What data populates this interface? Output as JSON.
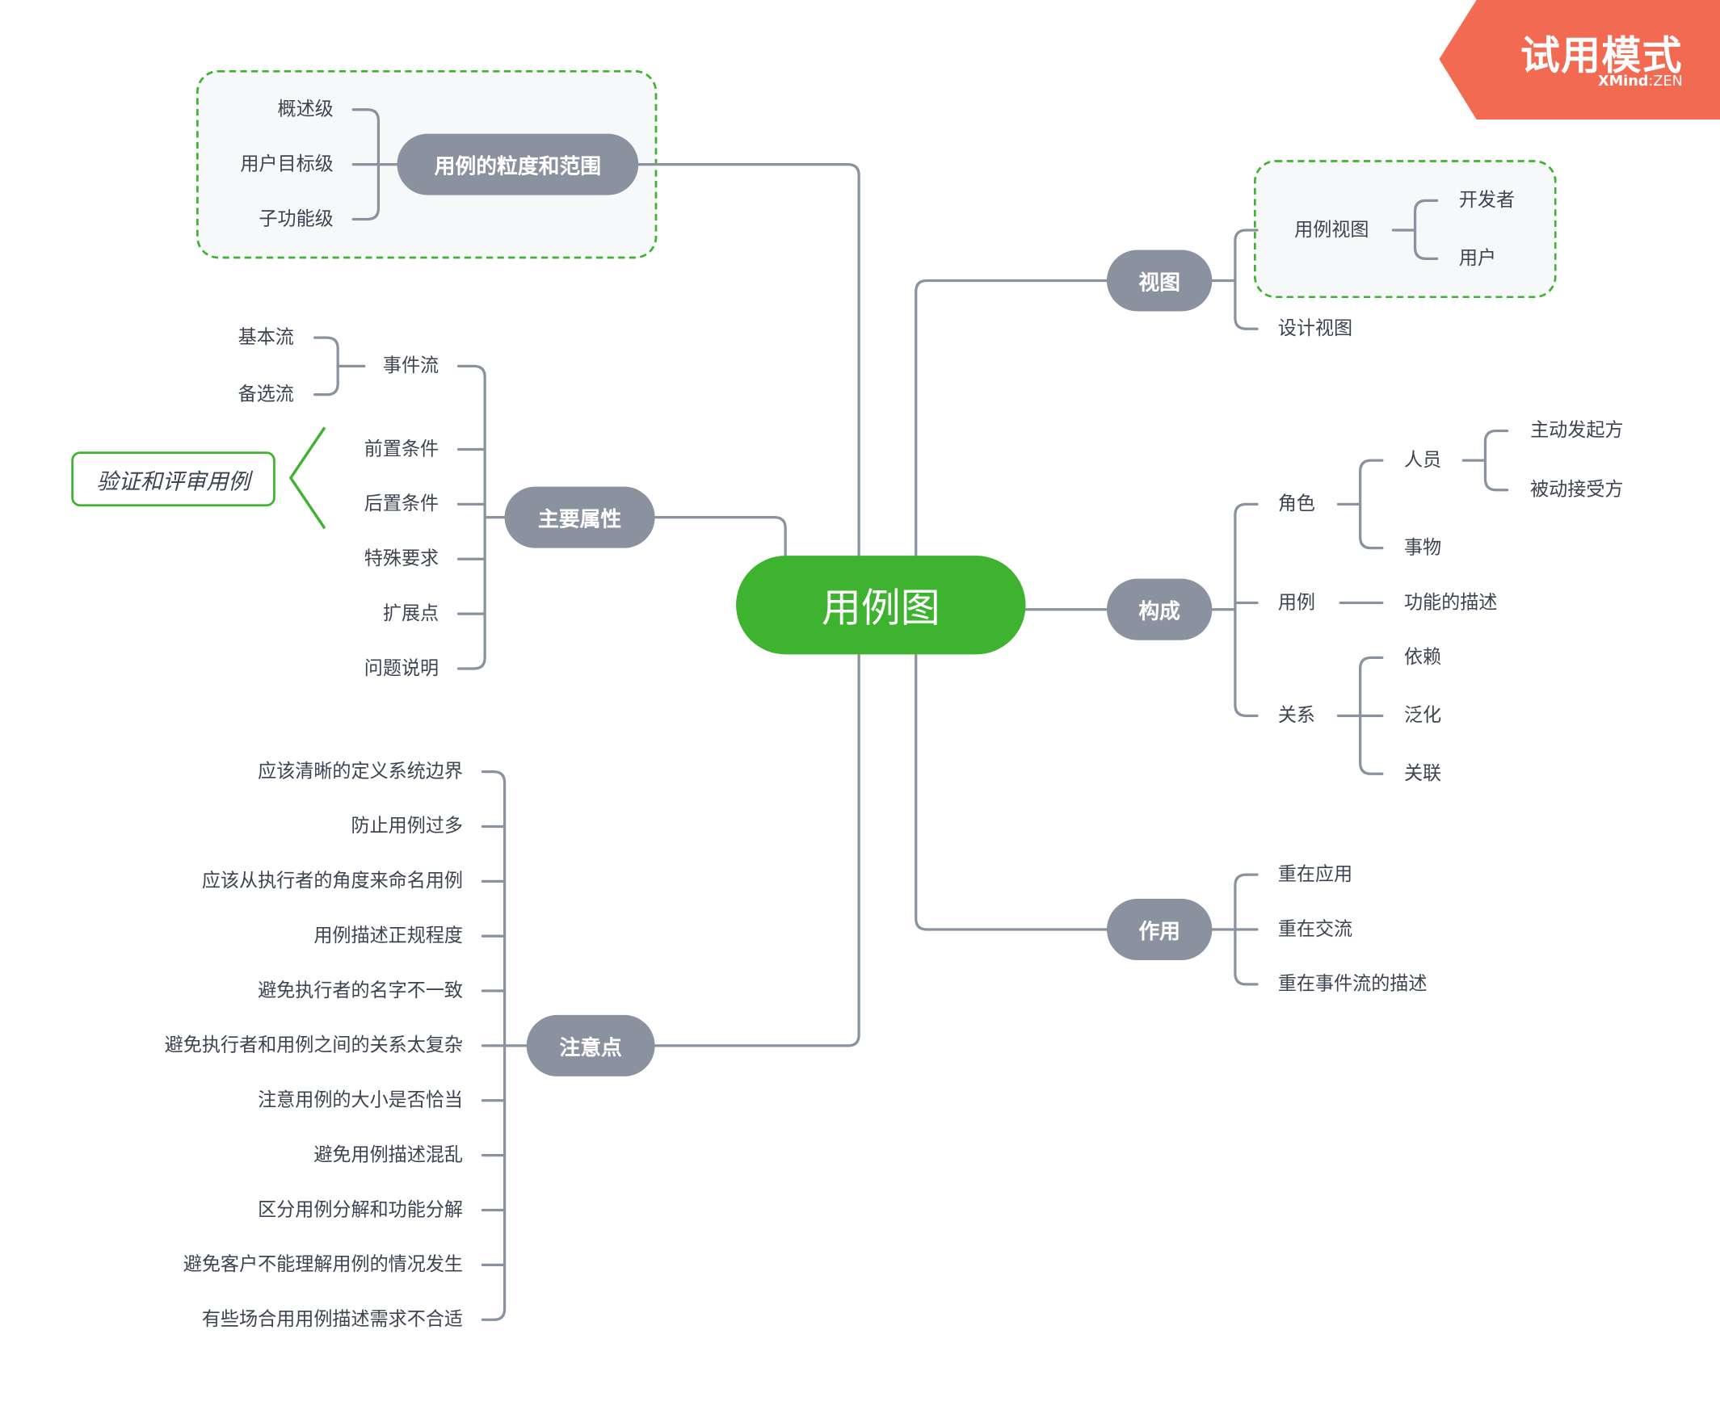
{
  "central": "用例图",
  "trial_badge": {
    "title": "试用模式",
    "brand_strong": "XMind",
    "brand_sep": ":",
    "brand_light": "ZEN"
  },
  "branches": {
    "granularity": {
      "label": "用例的粒度和范围",
      "items": [
        "概述级",
        "用户目标级",
        "子功能级"
      ]
    },
    "attributes": {
      "label": "主要属性",
      "items": [
        "事件流",
        "前置条件",
        "后置条件",
        "特殊要求",
        "扩展点",
        "问题说明"
      ],
      "event_flow": [
        "基本流",
        "备选流"
      ],
      "callout": "验证和评审用例"
    },
    "notes": {
      "label": "注意点",
      "items": [
        "应该清晰的定义系统边界",
        "防止用例过多",
        "应该从执行者的角度来命名用例",
        "用例描述正规程度",
        "避免执行者的名字不一致",
        "避免执行者和用例之间的关系太复杂",
        "注意用例的大小是否恰当",
        "避免用例描述混乱",
        "区分用例分解和功能分解",
        "避免客户不能理解用例的情况发生",
        "有些场合用用例描述需求不合适"
      ]
    },
    "view": {
      "label": "视图",
      "usecase_view": "用例视图",
      "usecase_view_children": [
        "开发者",
        "用户"
      ],
      "design_view": "设计视图"
    },
    "composition": {
      "label": "构成",
      "role": "角色",
      "person": "人员",
      "person_children": [
        "主动发起方",
        "被动接受方"
      ],
      "thing": "事物",
      "usecase": "用例",
      "usecase_desc": "功能的描述",
      "relation": "关系",
      "relation_children": [
        "依赖",
        "泛化",
        "关联"
      ]
    },
    "purpose": {
      "label": "作用",
      "items": [
        "重在应用",
        "重在交流",
        "重在事件流的描述"
      ]
    }
  }
}
